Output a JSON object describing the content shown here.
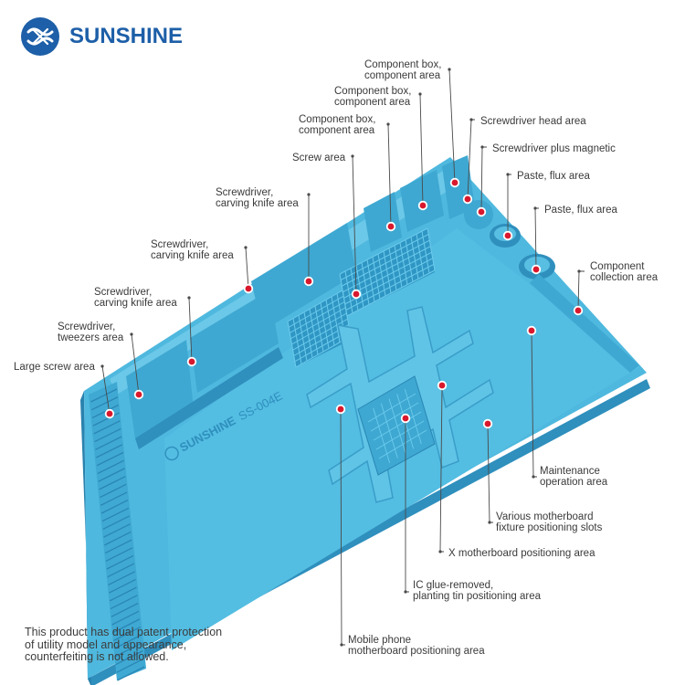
{
  "brand": {
    "name": "SUNSHINE",
    "color": "#1d5fa8"
  },
  "mat": {
    "logo_text": "SUNSHINE",
    "model": "SS-004E",
    "color_main": "#4fb8de",
    "color_dark": "#2f8fbd",
    "color_light": "#7fd0ea"
  },
  "marker_color": "#d9182d",
  "labels": [
    {
      "id": "component-box-1",
      "lines": [
        "Component box,",
        "component area"
      ]
    },
    {
      "id": "component-box-2",
      "lines": [
        "Component box,",
        "component area"
      ]
    },
    {
      "id": "component-box-3",
      "lines": [
        "Component box,",
        "component area"
      ]
    },
    {
      "id": "screw-area",
      "lines": [
        "Screw area"
      ]
    },
    {
      "id": "screwdriver-carving-1",
      "lines": [
        "Screwdriver,",
        "carving knife area"
      ]
    },
    {
      "id": "screwdriver-carving-2",
      "lines": [
        "Screwdriver,",
        "carving knife area"
      ]
    },
    {
      "id": "screwdriver-carving-3",
      "lines": [
        "Screwdriver,",
        "carving knife area"
      ]
    },
    {
      "id": "screwdriver-tweezers",
      "lines": [
        "Screwdriver,",
        "tweezers area"
      ]
    },
    {
      "id": "large-screw",
      "lines": [
        "Large screw area"
      ]
    },
    {
      "id": "screwdriver-head",
      "lines": [
        "Screwdriver head area"
      ]
    },
    {
      "id": "screwdriver-magnetic",
      "lines": [
        "Screwdriver plus magnetic"
      ]
    },
    {
      "id": "paste-flux-1",
      "lines": [
        "Paste, flux area"
      ]
    },
    {
      "id": "paste-flux-2",
      "lines": [
        "Paste, flux area"
      ]
    },
    {
      "id": "component-collection",
      "lines": [
        "Component",
        "collection area"
      ]
    },
    {
      "id": "maintenance",
      "lines": [
        "Maintenance",
        "operation area"
      ]
    },
    {
      "id": "fixture-slots",
      "lines": [
        "Various motherboard",
        "fixture positioning slots"
      ]
    },
    {
      "id": "x-motherboard",
      "lines": [
        "X motherboard positioning area"
      ]
    },
    {
      "id": "ic-glue",
      "lines": [
        "IC glue-removed,",
        "planting tin positioning area"
      ]
    },
    {
      "id": "mobile-motherboard",
      "lines": [
        "Mobile phone",
        "motherboard positioning area"
      ]
    }
  ],
  "patent_note": [
    "This product has dual patent protection",
    "of utility model and appearance,",
    "counterfeiting is not allowed."
  ]
}
